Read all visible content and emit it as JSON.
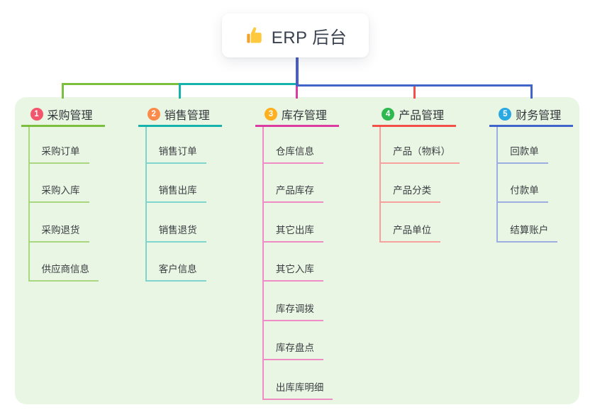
{
  "root": {
    "title": "ERP 后台",
    "icon": "thumbs-up-icon"
  },
  "colors": {
    "page_bg": "#ffffff",
    "panel_bg": "#e9f6e4",
    "trunk": "#4a5ec8",
    "box_text": "#3a414e",
    "item_text": "#3b3e42",
    "emoji_main": "#ffc93f",
    "emoji_cuff": "#f1a42b"
  },
  "columns": [
    {
      "number": "1",
      "title": "采购管理",
      "badge_color": "#f3566c",
      "line_color": "#7cbe3e",
      "light_color": "#a9d77f",
      "items": [
        "采购订单",
        "采购入库",
        "采购退货",
        "供应商信息"
      ]
    },
    {
      "number": "2",
      "title": "销售管理",
      "badge_color": "#fb8b4b",
      "line_color": "#16b3ac",
      "light_color": "#7fd4ce",
      "items": [
        "销售订单",
        "销售出库",
        "销售退货",
        "客户信息"
      ]
    },
    {
      "number": "3",
      "title": "库存管理",
      "badge_color": "#ffb01e",
      "line_color": "#dc3ba1",
      "light_color": "#f08cc5",
      "items": [
        "仓库信息",
        "产品库存",
        "其它出库",
        "其它入库",
        "库存调拨",
        "库存盘点",
        "出库库明细"
      ]
    },
    {
      "number": "4",
      "title": "产品管理",
      "badge_color": "#2eb850",
      "line_color": "#f25049",
      "light_color": "#f6a19b",
      "items": [
        "产品（物料）",
        "产品分类",
        "产品单位"
      ]
    },
    {
      "number": "5",
      "title": "财务管理",
      "badge_color": "#29a8e2",
      "line_color": "#4164cb",
      "light_color": "#9daee3",
      "items": [
        "回款单",
        "付款单",
        "结算账户"
      ]
    }
  ]
}
